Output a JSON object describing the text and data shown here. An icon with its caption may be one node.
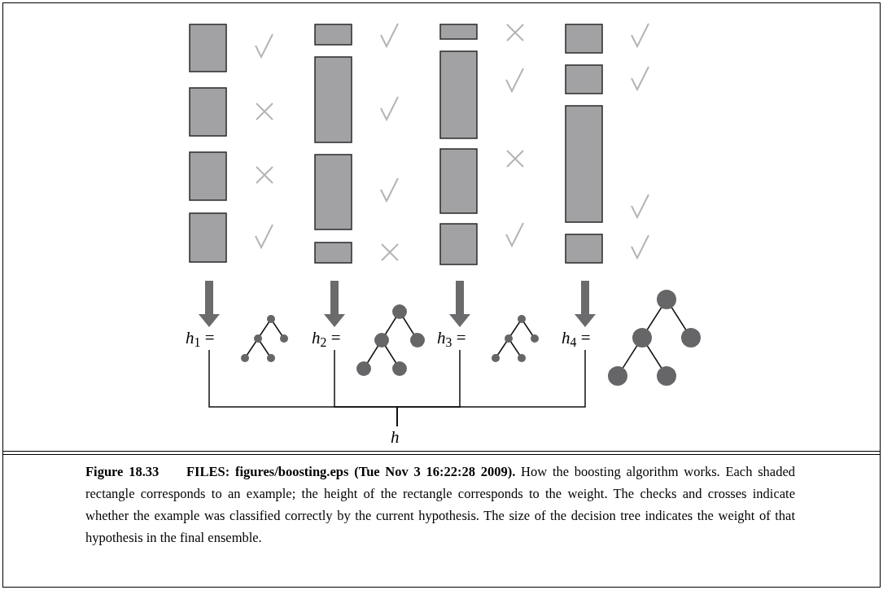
{
  "diagram": {
    "nodes": [
      {
        "text": [
          "*h*$_{1}$ ="
        ]
      },
      {
        "text": [
          "*h*$_{2}$ ="
        ]
      },
      {
        "text": [
          "*h*$_{3}$ ="
        ]
      },
      {
        "text": [
          "*h*$_{4}$ ="
        ]
      },
      {
        "text": [
          "*h*"
        ]
      }
    ],
    "edges": [
      {
        "from": null,
        "to": 0,
        "arrow": "to",
        "style": "thick",
        "color": "#6b6b6d"
      },
      {
        "from": null,
        "to": 1,
        "arrow": "to",
        "style": "thick",
        "color": "#6b6b6d"
      },
      {
        "from": null,
        "to": 2,
        "arrow": "to",
        "style": "thick",
        "color": "#6b6b6d"
      },
      {
        "from": null,
        "to": 3,
        "arrow": "to",
        "style": "thick",
        "color": "#6b6b6d"
      },
      {
        "from": 0,
        "to": 4,
        "arrow": "none",
        "color": "#111111"
      },
      {
        "from": 1,
        "to": 4,
        "arrow": "none",
        "color": "#111111"
      },
      {
        "from": 2,
        "to": 4,
        "arrow": "none",
        "color": "#111111"
      },
      {
        "from": 3,
        "to": 4,
        "arrow": "none",
        "color": "#111111"
      }
    ],
    "caption": "**Figure 18.33     FILES: figures/boosting.eps (Tue Nov 3 16:22:28 2009).** How the boosting algorithm works. Each shaded rectangle corresponds to an example; the height of the rectangle corresponds to the weight. The checks and crosses indicate whether the example was classified correctly by the current hypothesis. The size of the decision tree indicates the weight of that hypothesis in the final ensemble."
  }
}
